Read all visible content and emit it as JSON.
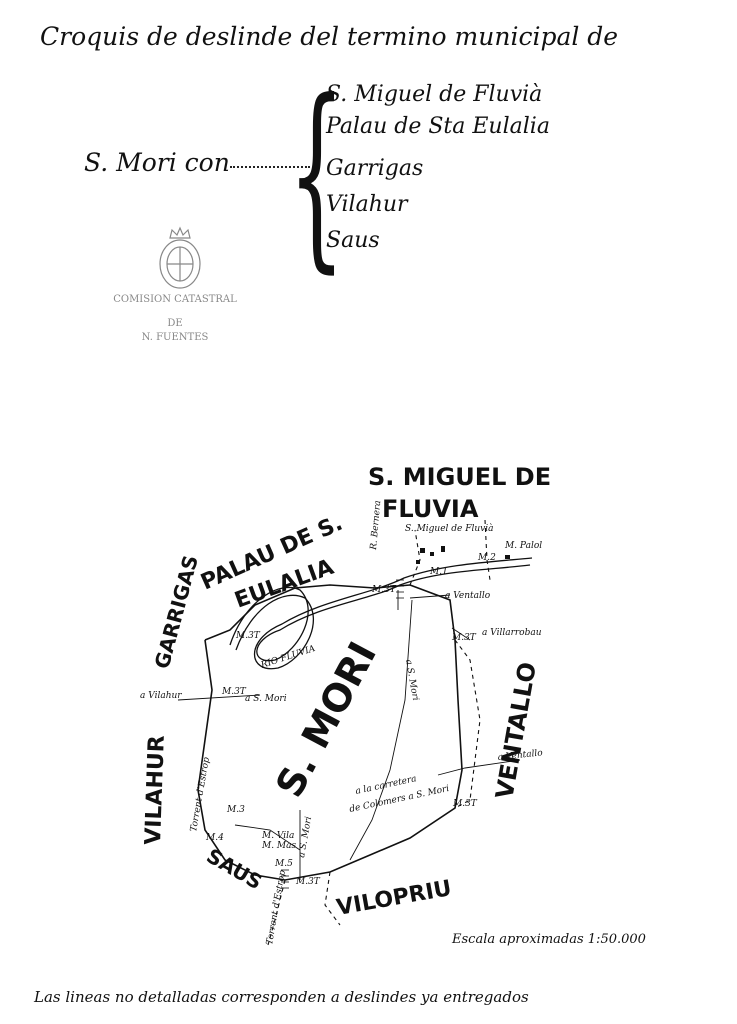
{
  "header": {
    "title": "Croquis de deslinde del termino municipal de",
    "subject": "S. Mori con",
    "neighbors": [
      "S. Miguel de Fluvià",
      "Palau de Sta Eulalia",
      "Garrigas",
      "Vilahur",
      "Saus"
    ]
  },
  "stamp": {
    "line1": "COMISION CATASTRAL",
    "line2": "DE",
    "line3": "N. FUENTES"
  },
  "map": {
    "center_label": "S. MORI",
    "region_labels": {
      "san_miguel_line1": "S. MIGUEL DE",
      "san_miguel_line2": "FLUVIA",
      "palau_line1": "PALAU DE S.",
      "palau_line2": "EULALIA",
      "garrigas": "GARRIGAS",
      "vilahur": "VILAHUR",
      "ventallo": "VENTALLO",
      "saus": "SAUS",
      "vilopriu": "VILOPRIU",
      "rio": "RIO FLUVIA"
    },
    "place_labels": {
      "town_san_miguel": "S. Miguel de Fluvià",
      "m_palol": "M. Palol",
      "a_ventallo_1": "a Ventallo",
      "a_villarrobau": "a Villarrobau",
      "a_vilahur": "a Vilahur",
      "a_s_mori": "a S. Mori",
      "a_ventallo_2": "a Ventallo",
      "carretera_1": "a la carretera",
      "carretera_2": "de Colomers a S. Mori",
      "torrent_estrop": "Torrent d'Estrop",
      "torrent_2": "Torrent d'Estrop",
      "a_s_mori_road": "a S. Mori",
      "m_vila": "M. Vila",
      "m_mas": "M. Mas",
      "rec_bernera": "R. Bernera",
      "a_s_mori_north": "a S. Mori"
    },
    "markers": [
      "M.1",
      "M.2",
      "M.3",
      "M.4",
      "M.5",
      "M.3T",
      "M.3T",
      "M.3T",
      "M.3T",
      "M.3T",
      "M.3T"
    ]
  },
  "scale_text": "Escala aproximadas 1:50.000",
  "footnote": "Las lineas no detalladas corresponden a deslindes ya entregados"
}
